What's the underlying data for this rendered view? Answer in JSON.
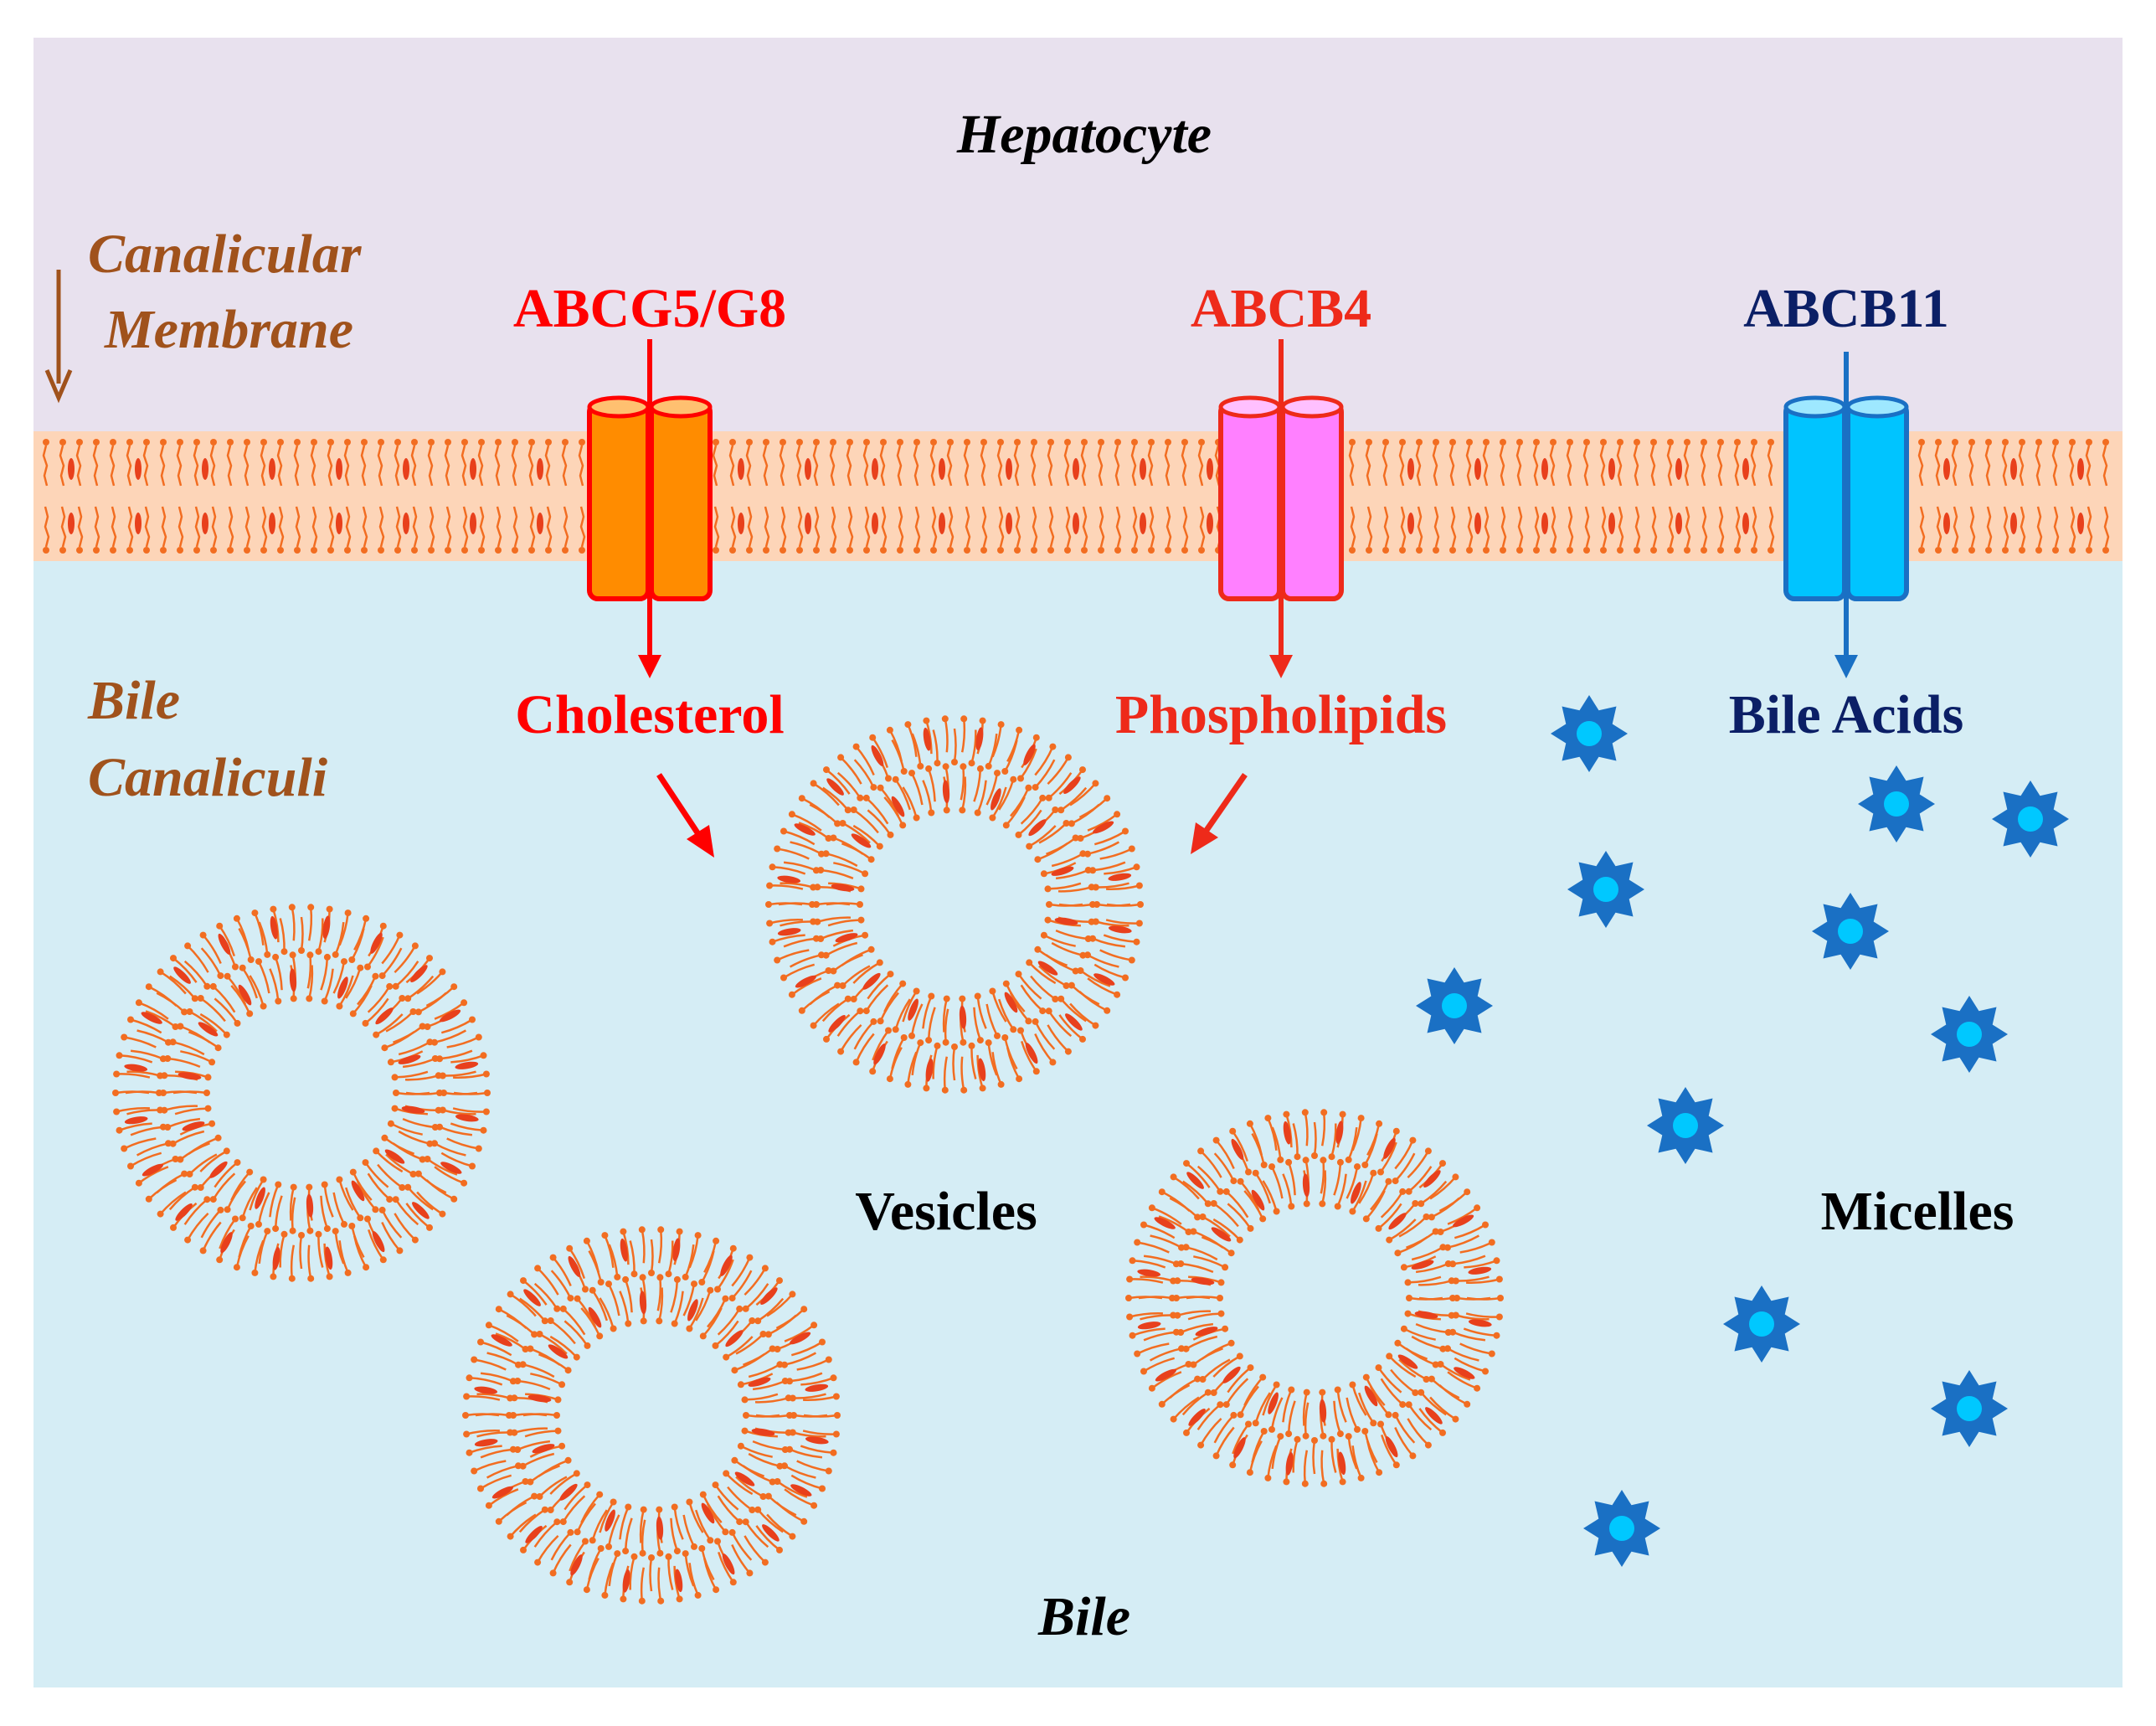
{
  "regions": {
    "hepatocyte": "Hepatocyte",
    "membrane_line1": "Canalicular",
    "membrane_line2": "Membrane",
    "canaliculi_line1": "Bile",
    "canaliculi_line2": "Canaliculi",
    "bile": "Bile"
  },
  "transporters": [
    {
      "name": "ABCG5/G8",
      "substrate": "Cholesterol",
      "color": "#ff0000",
      "fill": "#ff8c00"
    },
    {
      "name": "ABCB4",
      "substrate": "Phospholipids",
      "color": "#ee2a1a",
      "fill": "#ff80ff"
    },
    {
      "name": "ABCB11",
      "substrate": "Bile Acids",
      "color": "#0b1f66",
      "fill": "#00c4ff"
    }
  ],
  "labels": {
    "vesicles": "Vesicles",
    "micelles": "Micelles"
  },
  "colors": {
    "hepatocyte_bg": "#e8e1ee",
    "bile_bg": "#d5edf5",
    "membrane_band": "#fdd5b8",
    "lipid": "#f26d21",
    "micelle": "#1a70c4",
    "micelle_core": "#00c8ff",
    "region_text": "#a0521c"
  }
}
